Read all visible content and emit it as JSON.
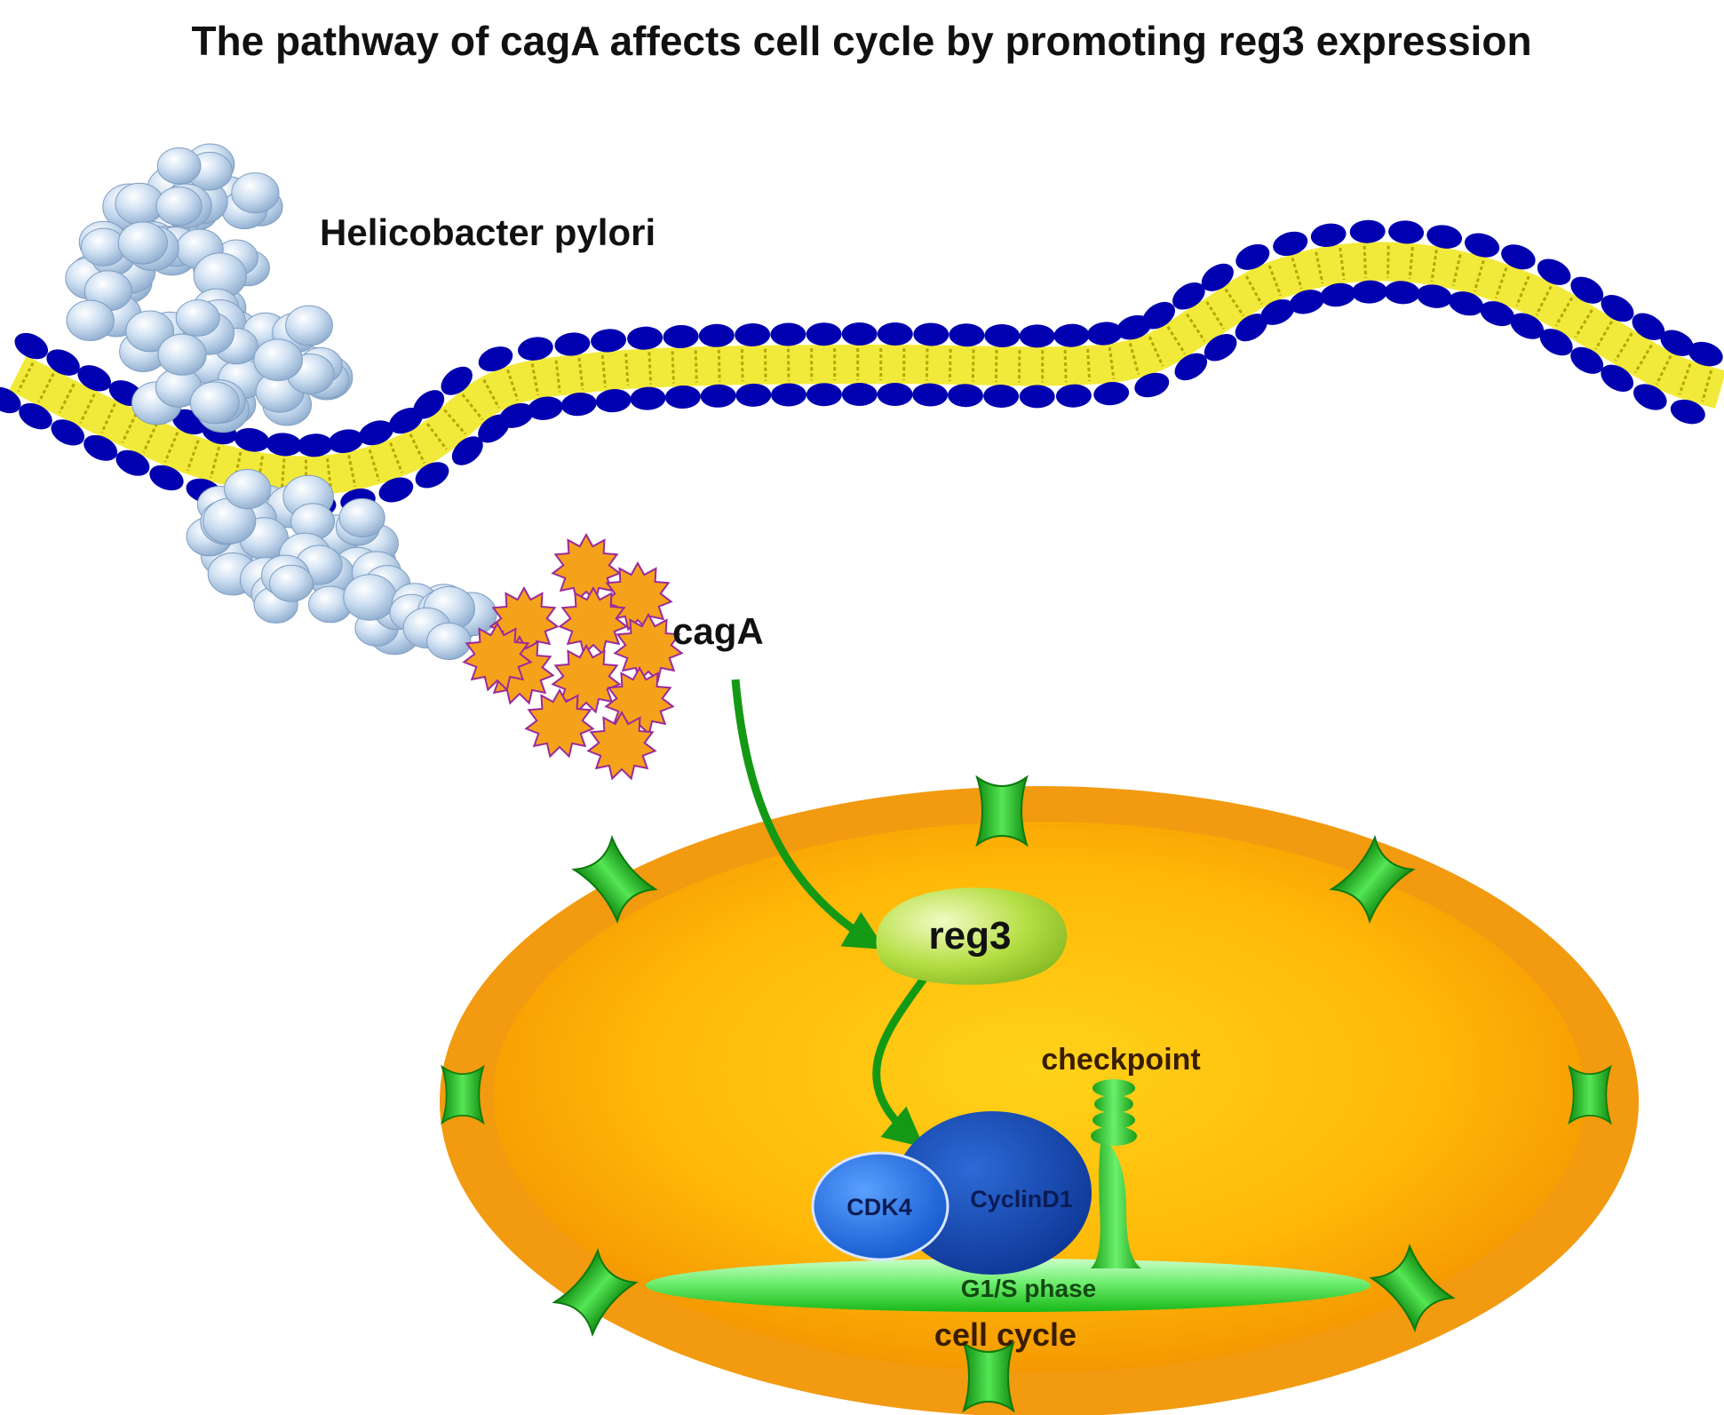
{
  "title": "The pathway of cagA affects cell cycle by promoting reg3 expression",
  "labels": {
    "bacterium": "Helicobacter pylori",
    "toxin": "cagA",
    "reg3": "reg3",
    "checkpoint": "checkpoint",
    "cdk4": "CDK4",
    "cyclin": "CyclinD1",
    "phase": "G1/S phase",
    "cycle": "cell cycle"
  },
  "colors": {
    "membrane_head": "#0000b0",
    "membrane_tail": "#f2ea3a",
    "bacteria": "#a9c8e8",
    "toxin": "#f5a21b",
    "toxin_outline": "#9b2a9b",
    "cell_outer": "#f29a10",
    "cell_inner": "#ffb70a",
    "channel": "#22c022",
    "arrow": "#139913",
    "reg3": "#a6d23a",
    "cdk4": "#1c64e0",
    "cyclin": "#0b3ea8",
    "checkpoint": "#2fd12f",
    "phase_bar": "#5fe35f"
  }
}
